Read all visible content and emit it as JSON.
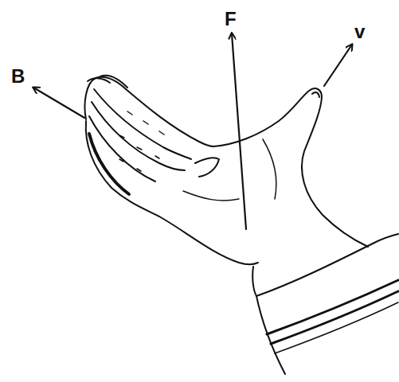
{
  "diagram": {
    "labels": [
      "B",
      "F",
      "v"
    ]
  }
}
